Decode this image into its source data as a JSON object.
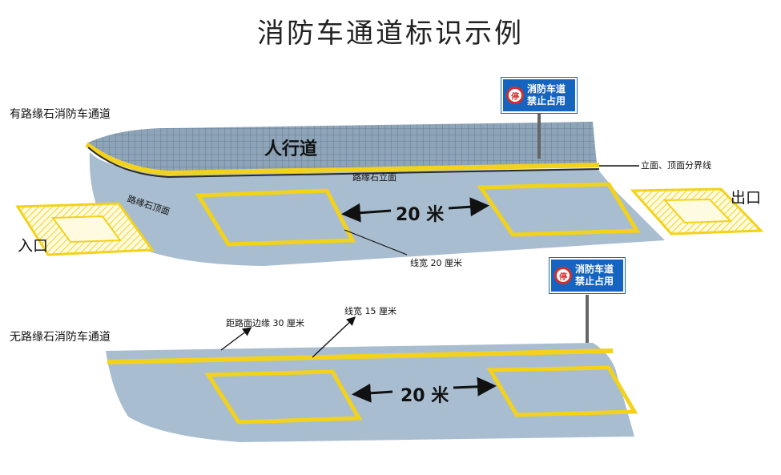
{
  "title": "消防车通道标识示例",
  "labels": {
    "with_curb": "有路缘石消防车通道",
    "without_curb": "无路缘石消防车通道",
    "sidewalk": "人行道",
    "boundary": "立面、顶面分界线",
    "curb_face": "路缘石立面",
    "curb_top": "路缘石顶面",
    "entrance": "入口",
    "exit": "出口",
    "distance_top": "20 米",
    "distance_bottom": "20 米",
    "line_width_20": "线宽 20 厘米",
    "line_width_15": "线宽 15 厘米",
    "edge_distance": "距路面边缘 30 厘米"
  },
  "signs": [
    {
      "symbol": "停",
      "line1": "消防车道",
      "line2": "禁止占用"
    },
    {
      "symbol": "停",
      "line1": "消防车道",
      "line2": "禁止占用"
    }
  ],
  "colors": {
    "road": "#a9bdd1",
    "marking": "#f2d21b",
    "sign_bg": "#1565c0",
    "sidewalk": "#7f96aa"
  }
}
